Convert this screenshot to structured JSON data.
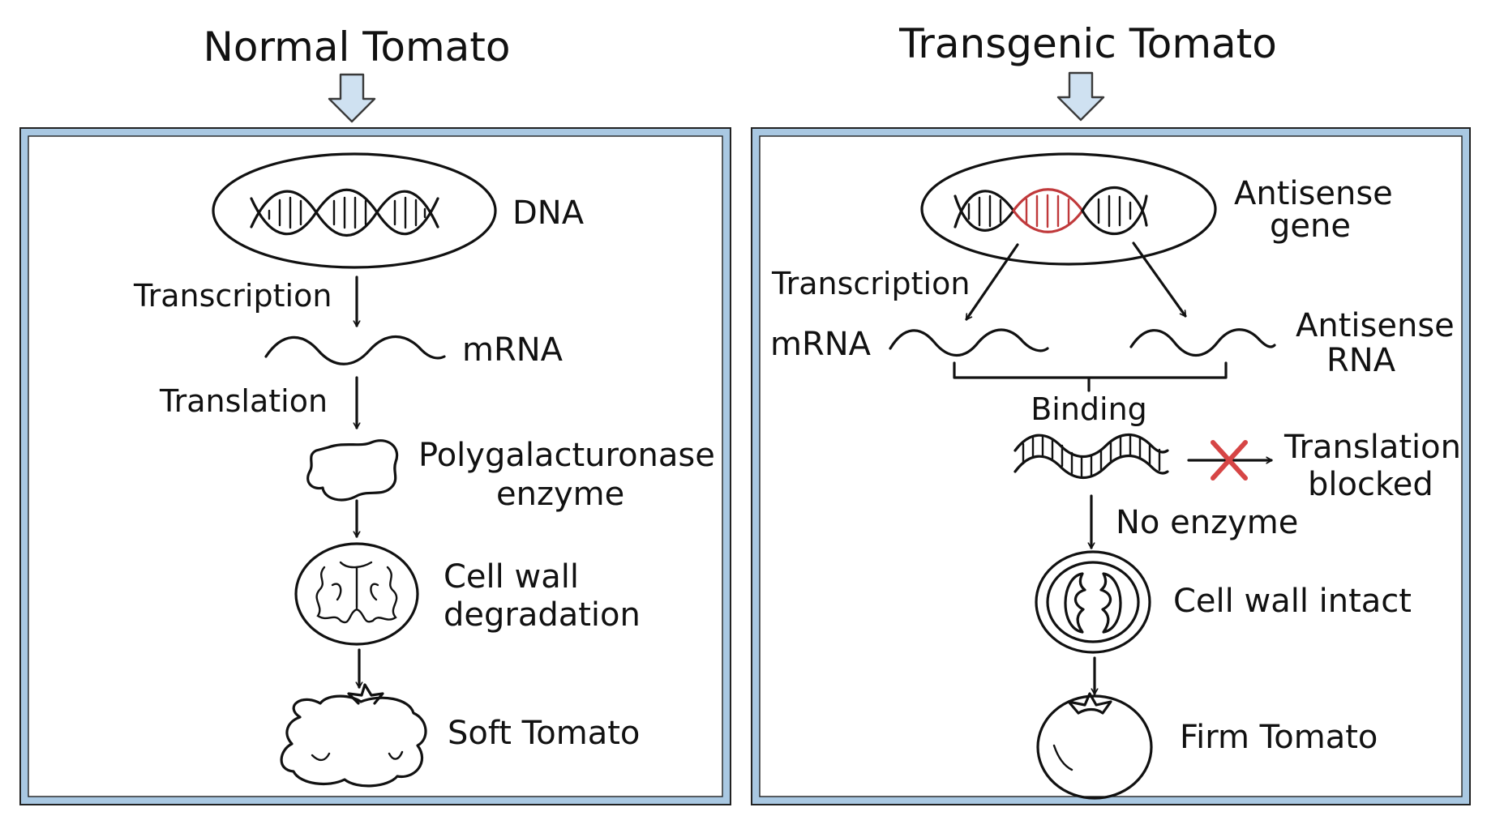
{
  "colors": {
    "ink": "#111111",
    "panel_border": "#a9c8e2",
    "arrow_fill": "#cfe1f1",
    "highlight": "#c0393b"
  },
  "left": {
    "title": "Normal Tomato",
    "dna": "DNA",
    "transcription": "Transcription",
    "mrna": "mRNA",
    "translation": "Translation",
    "enzyme_line1": "Polygalacturonase",
    "enzyme_line2": "enzyme",
    "degradation_line1": "Cell wall",
    "degradation_line2": "degradation",
    "result": "Soft Tomato"
  },
  "right": {
    "title": "Transgenic Tomato",
    "antisense_gene_line1": "Antisense",
    "antisense_gene_line2": "gene",
    "transcription": "Transcription",
    "mrna": "mRNA",
    "antisense_rna_line1": "Antisense",
    "antisense_rna_line2": "RNA",
    "binding": "Binding",
    "blocked_line1": "Translation",
    "blocked_line2": "blocked",
    "no_enzyme": "No enzyme",
    "intact": "Cell wall intact",
    "result": "Firm Tomato"
  }
}
